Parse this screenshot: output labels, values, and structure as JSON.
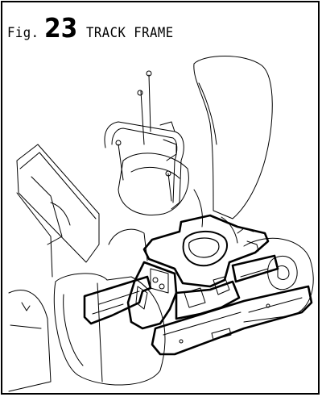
{
  "figure": {
    "prefix": "Fig.",
    "number": "23",
    "title": "TRACK FRAME"
  },
  "colors": {
    "line": "#000000",
    "background": "#ffffff"
  }
}
